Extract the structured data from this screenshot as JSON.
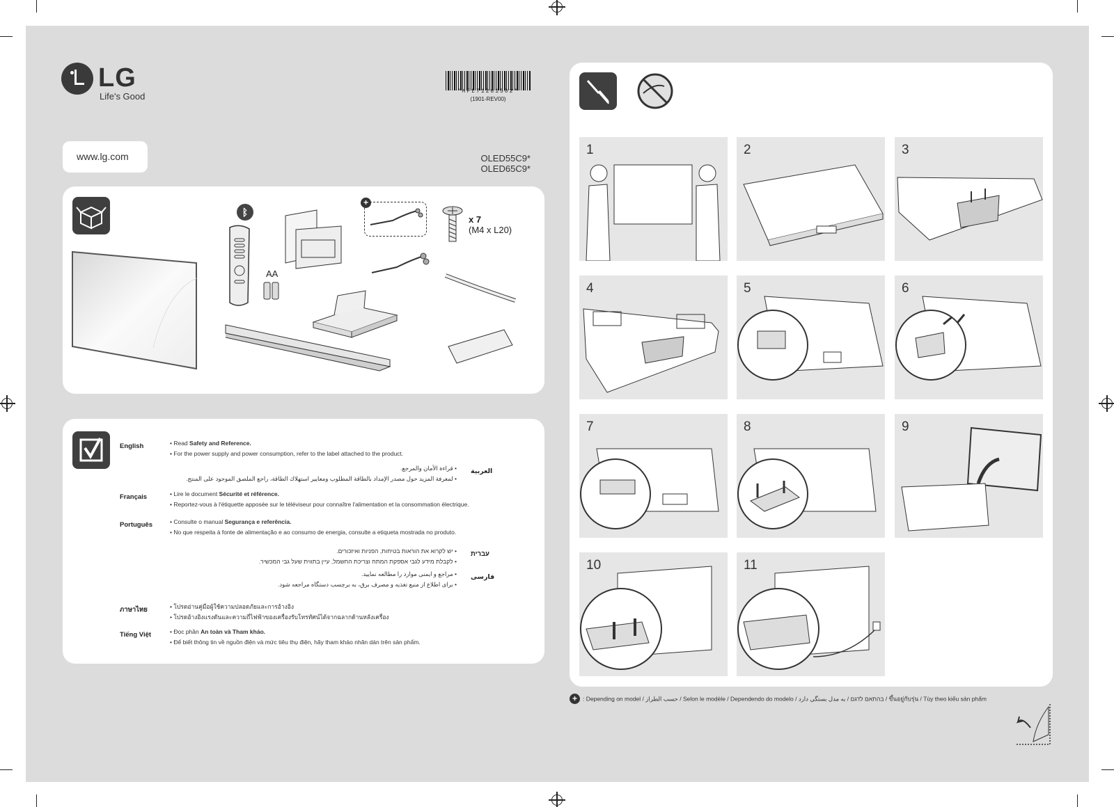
{
  "brand": {
    "name": "LG",
    "tagline": "Life's Good"
  },
  "barcode": {
    "code": "*MFL71261502*",
    "revision": "(1901-REV00)"
  },
  "website": "www.lg.com",
  "models": [
    "OLED55C9*",
    "OLED65C9*"
  ],
  "components": {
    "battery_label": "AA",
    "screw_count": "x 7",
    "screw_size": "(M4 x L20)"
  },
  "info": {
    "languages": [
      {
        "name": "English",
        "lines": [
          "• Read <b>Safety and Reference.</b>",
          "• For the power supply and power consumption, refer to the label attached to the product."
        ]
      },
      {
        "name": "العربية",
        "rtl": true,
        "lines": [
          "• قراءة الأمان والمرجع.",
          "• لمعرفة المزيد حول مصدر الإمداد بالطاقة المطلوب ومعايير استهلاك الطاقة، راجع الملصق الموجود على المنتج."
        ]
      },
      {
        "name": "Français",
        "lines": [
          "• Lire le document <b>Sécurité et référence.</b>",
          "• Reportez-vous à l'étiquette apposée sur le téléviseur pour connaître l'alimentation et la consommation électrique."
        ]
      },
      {
        "name": "Português",
        "lines": [
          "• Consulte o manual <b>Segurança e referência.</b>",
          "• No que respeita à fonte de alimentação e ao consumo de energia, consulte a etiqueta mostrada no produto."
        ]
      },
      {
        "name": "עברית",
        "rtl": true,
        "lines": [
          "• יש לקרוא את הוראות בטיחות, הפניות ואיזכורים.",
          "• לקבלת מידע לגבי אספקת המתח וצריכת החשמל, עיין בתווית שעל גבי המכשיר."
        ]
      },
      {
        "name": "فارسی",
        "rtl": true,
        "lines": [
          "• مراجع و ایمنی موارد را مطالعه نمایید.",
          "• برای اطلاع از منبع تغذیه و مصرف برق، به برچسب دستگاه مراجعه شود."
        ]
      },
      {
        "name": "ภาษาไทย",
        "lines": [
          "• โปรดอ่านคู่มือผู้ใช้ความปลอดภัยและการอ้างอิง",
          "• โปรดอ้างอิงแรงดันและความถี่ไฟฟ้าของเครื่องรับโทรทัศน์ได้จากฉลากด้านหลังเครื่อง"
        ]
      },
      {
        "name": "Tiếng Việt",
        "lines": [
          "• Đọc phần <b>An toàn và Tham khảo.</b>",
          "• Để biết thông tin về nguồn điện và mức tiêu thụ điện, hãy tham khảo nhãn dán trên sản phẩm."
        ]
      }
    ]
  },
  "steps": [
    "1",
    "2",
    "3",
    "4",
    "5",
    "6",
    "7",
    "8",
    "9",
    "10",
    "11"
  ],
  "footnote": ": Depending on model / حسب الطراز / Selon le modèle / Dependendo do modelo / בהתאם לדגם / به مدل بستگی دارد / ขึ้นอยู่กับรุ่น / Tùy theo kiểu sản phẩm"
}
